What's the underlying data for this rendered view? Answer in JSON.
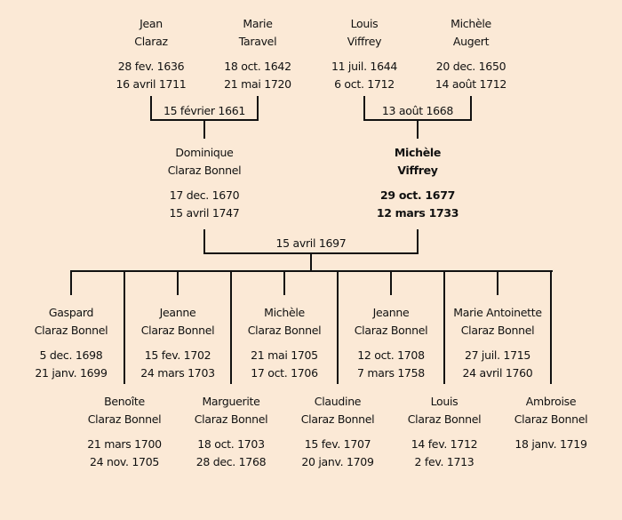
{
  "grandparents": [
    {
      "first": "Jean",
      "last": "Claraz",
      "birth": "28 fev. 1636",
      "death": "16 avril 1711"
    },
    {
      "first": "Marie",
      "last": "Taravel",
      "birth": "18 oct. 1642",
      "death": "21 mai 1720"
    },
    {
      "first": "Louis",
      "last": "Viffrey",
      "birth": "11 juil. 1644",
      "death": "6 oct. 1712"
    },
    {
      "first": "Michèle",
      "last": "Augert",
      "birth": "20 dec. 1650",
      "death": "14 août 1712"
    }
  ],
  "marriages": {
    "left": "15 février 1661",
    "right": "13 août 1668",
    "parents": "15 avril 1697"
  },
  "parents": [
    {
      "first": "Dominique",
      "last": "Claraz Bonnel",
      "birth": "17 dec. 1670",
      "death": "15 avril 1747",
      "bold": false
    },
    {
      "first": "Michèle",
      "last": "Viffrey",
      "birth": "29 oct. 1677",
      "death": "12 mars 1733",
      "bold": true
    }
  ],
  "children": [
    {
      "first": "Gaspard",
      "last": "Claraz Bonnel",
      "birth": "5 dec. 1698",
      "death": "21 janv. 1699"
    },
    {
      "first": "Benoîte",
      "last": "Claraz Bonnel",
      "birth": "21 mars 1700",
      "death": "24 nov. 1705"
    },
    {
      "first": "Jeanne",
      "last": "Claraz Bonnel",
      "birth": "15 fev. 1702",
      "death": "24 mars 1703"
    },
    {
      "first": "Marguerite",
      "last": "Claraz Bonnel",
      "birth": "18 oct. 1703",
      "death": "28 dec. 1768"
    },
    {
      "first": "Michèle",
      "last": "Claraz Bonnel",
      "birth": "21 mai 1705",
      "death": "17 oct. 1706"
    },
    {
      "first": "Claudine",
      "last": "Claraz Bonnel",
      "birth": "15 fev. 1707",
      "death": "20 janv. 1709"
    },
    {
      "first": "Jeanne",
      "last": "Claraz Bonnel",
      "birth": "12 oct. 1708",
      "death": "7 mars 1758"
    },
    {
      "first": "Louis",
      "last": "Claraz Bonnel",
      "birth": "14 fev. 1712",
      "death": "2 fev. 1713"
    },
    {
      "first": "Marie Antoinette",
      "last": "Claraz Bonnel",
      "birth": "27 juil. 1715",
      "death": "24 avril 1760"
    },
    {
      "first": "Ambroise",
      "last": "Claraz Bonnel",
      "birth": "18 janv. 1719",
      "death": null
    }
  ]
}
